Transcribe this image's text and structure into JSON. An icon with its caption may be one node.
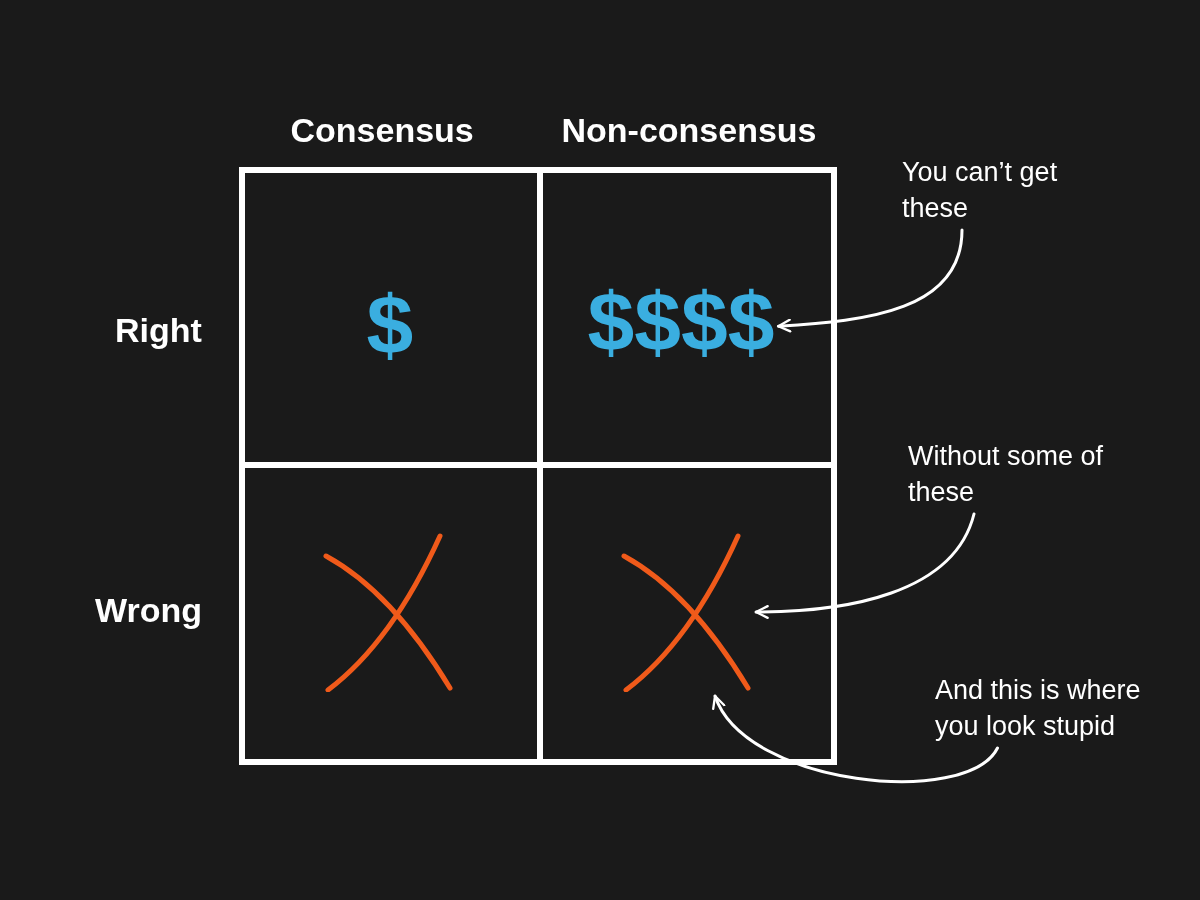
{
  "diagram": {
    "nodes": [
      {
        "text": [
          "$"
        ]
      },
      {
        "text": [
          "$$$$"
        ]
      },
      {
        "text": [],
        "shape": "cross"
      },
      {
        "text": [],
        "shape": "cross"
      },
      {
        "text": [
          "You can’t get these"
        ]
      },
      {
        "text": [
          "Without some of these"
        ]
      },
      {
        "text": [
          "And this is where you look stupid"
        ]
      }
    ],
    "edges": [
      {
        "from": 4,
        "to": 1,
        "arrow": "to"
      },
      {
        "from": 5,
        "to": 3,
        "arrow": "to"
      },
      {
        "from": 6,
        "to": 3,
        "arrow": "to"
      }
    ],
    "labels": [
      "Consensus",
      "Non-consensus",
      "Right",
      "Wrong"
    ]
  }
}
